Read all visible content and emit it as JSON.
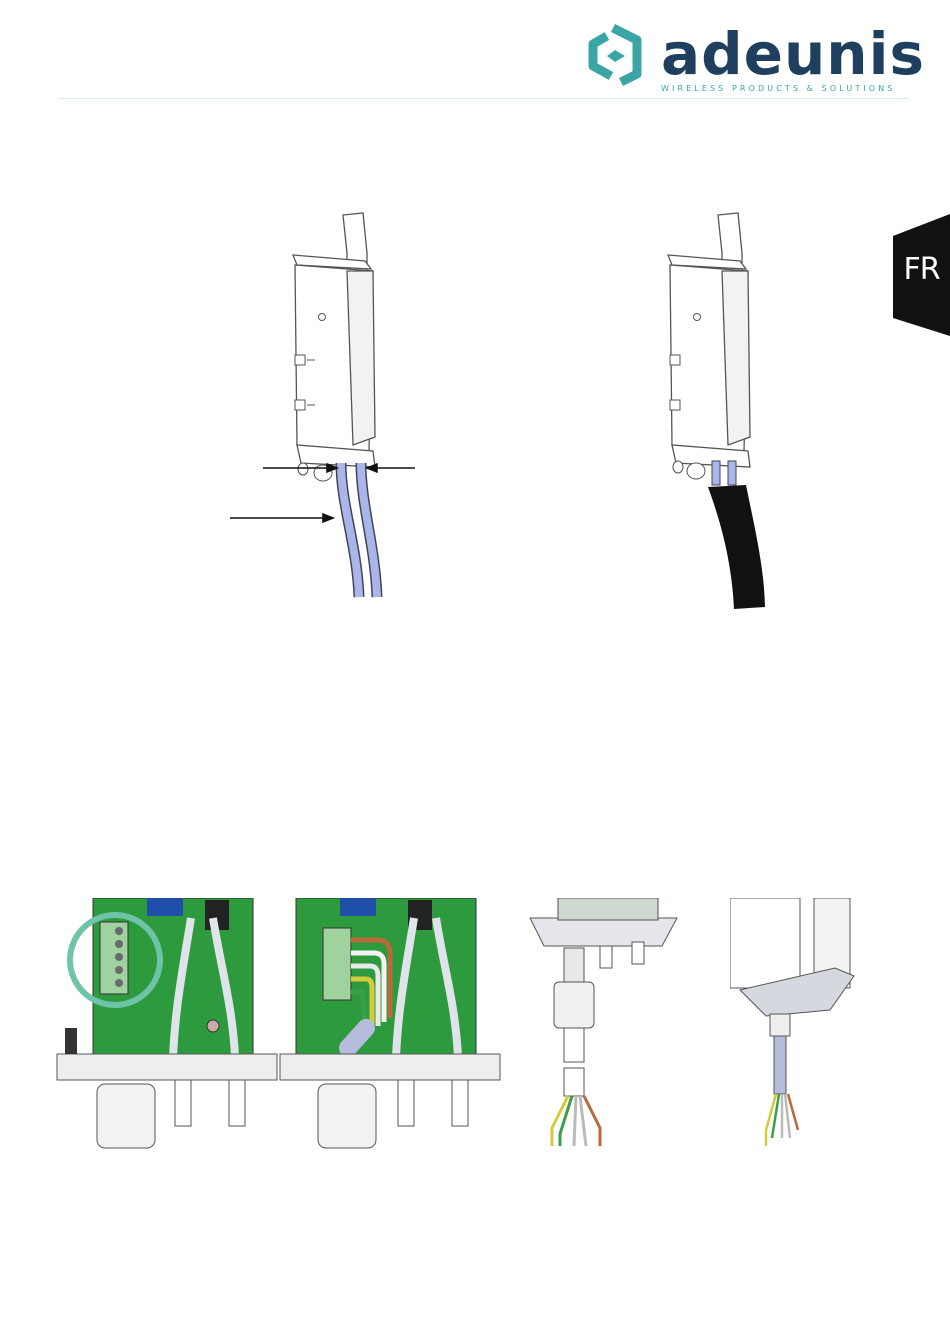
{
  "brand": {
    "name": "adeunis",
    "tagline": "WIRELESS PRODUCTS & SOLUTIONS",
    "colors": {
      "logo_mark": "#3ba5a5",
      "logo_text": "#1f3f5e",
      "tagline": "#3ba5a5"
    }
  },
  "language_tab": {
    "label": "FR",
    "color": "#111111"
  },
  "figures": {
    "sensor_with_tubes": {
      "icon": "sensor-with-two-tubes-illustration",
      "tube_color": "#a9b6ea",
      "arrows": 3
    },
    "sensor_with_cable": {
      "icon": "sensor-with-black-cable-illustration",
      "cable_color": "#111111"
    },
    "wiring_steps": [
      {
        "icon": "terminal-block-highlighted-illustration",
        "highlight_color": "#6fc3a8"
      },
      {
        "icon": "terminal-block-wired-illustration"
      },
      {
        "icon": "cable-through-gland-illustration"
      },
      {
        "icon": "cable-assembled-housing-illustration"
      }
    ]
  }
}
